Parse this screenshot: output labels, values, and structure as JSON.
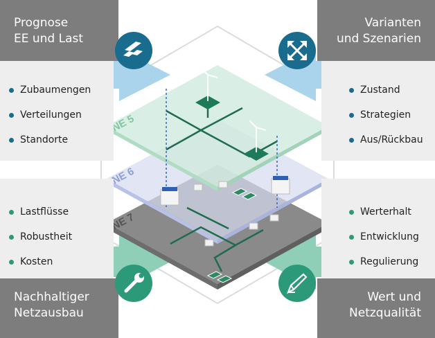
{
  "corners": {
    "top_left": {
      "title_lines": [
        "Prognose",
        "EE und Last"
      ],
      "items": [
        "Zubaumengen",
        "Verteilungen",
        "Standorte"
      ],
      "icon": "solar-panel-icon"
    },
    "top_right": {
      "title_lines": [
        "Varianten",
        "und Szenarien"
      ],
      "items": [
        "Zustand",
        "Strategien",
        "Aus/Rückbau"
      ],
      "icon": "expand-arrows-icon"
    },
    "bottom_left": {
      "title_lines": [
        "Nachhaltiger",
        "Netzausbau"
      ],
      "items": [
        "Lastflüsse",
        "Robustheit",
        "Kosten"
      ],
      "icon": "wrench-icon"
    },
    "bottom_right": {
      "title_lines": [
        "Wert und",
        "Netzqualität"
      ],
      "items": [
        "Werterhalt",
        "Entwicklung",
        "Regulierung"
      ],
      "icon": "pencil-icon"
    }
  },
  "layers": {
    "ne5": "NE 5",
    "ne6": "NE 6",
    "ne7": "NE 7"
  },
  "colors": {
    "banner_gray": "#7d7d7d",
    "panel_gray": "#eeeeee",
    "blue_accent": "#1a6c8f",
    "green_accent": "#2c9a79",
    "arrow_light_blue": "#a9d4ec",
    "arrow_mint": "#8fcfb8",
    "ne5_layer": "#cfeadd",
    "ne6_layer": "#d6dcf0",
    "ne7_layer": "#8a8a8a",
    "grid_line": "#1f6b4f"
  }
}
